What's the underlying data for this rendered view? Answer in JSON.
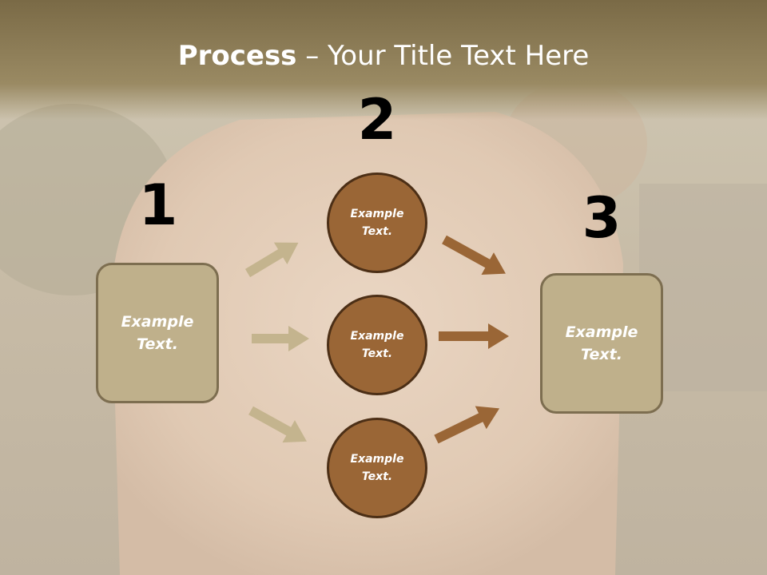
{
  "title": {
    "bold": "Process",
    "rest": " – Your Title Text Here"
  },
  "numbers": [
    "1",
    "2",
    "3"
  ],
  "left_box": {
    "line1": "Example",
    "line2": "Text."
  },
  "circles": [
    {
      "line1": "Example",
      "line2": "Text."
    },
    {
      "line1": "Example",
      "line2": "Text."
    },
    {
      "line1": "Example",
      "line2": "Text."
    }
  ],
  "right_box": {
    "line1": "Example",
    "line2": "Text."
  },
  "colors": {
    "title_band": "#8b7a55",
    "box_fill": "#bfb08b",
    "box_border": "#7d6e50",
    "circle_fill": "#9a6636",
    "circle_border": "#4c2f16",
    "arrow_in": "#c4b48e",
    "arrow_out": "#9a6636"
  }
}
